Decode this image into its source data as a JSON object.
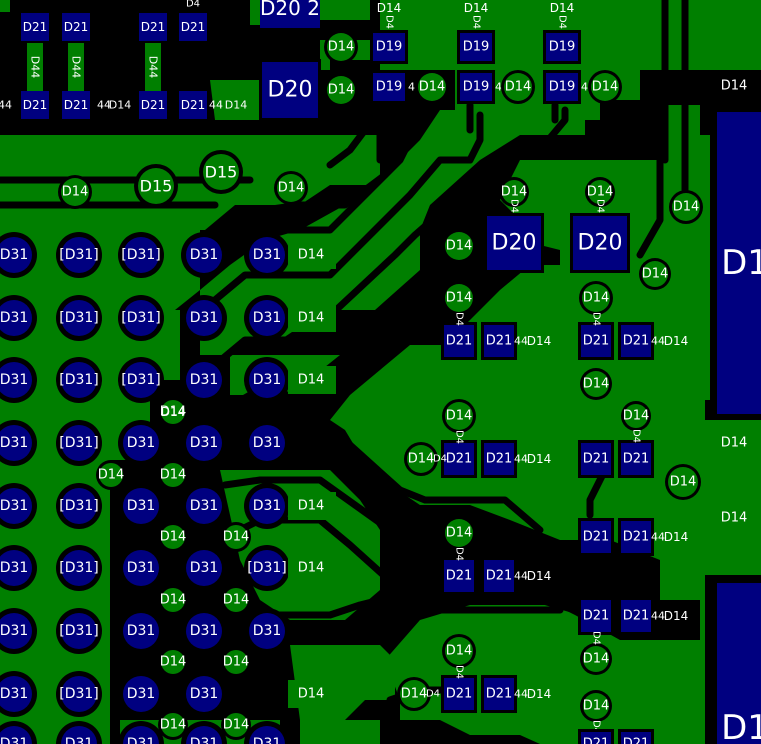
{
  "colors": {
    "copper": "#007f00",
    "clearance": "#000000",
    "pad": "#000080",
    "text": "#ffffff"
  },
  "labels": {
    "via": "D14",
    "bga_ball": "D31",
    "bga_ball_alt": "[D31]",
    "smd_small": "D21",
    "smd_mid": "D19",
    "smd_large": "D20",
    "pad_big": "D1",
    "via_large": "D15",
    "silk_vertical": "D44",
    "trace_tag": "44",
    "top_fragment": "D20 2",
    "top_fragment_2": "D4"
  }
}
